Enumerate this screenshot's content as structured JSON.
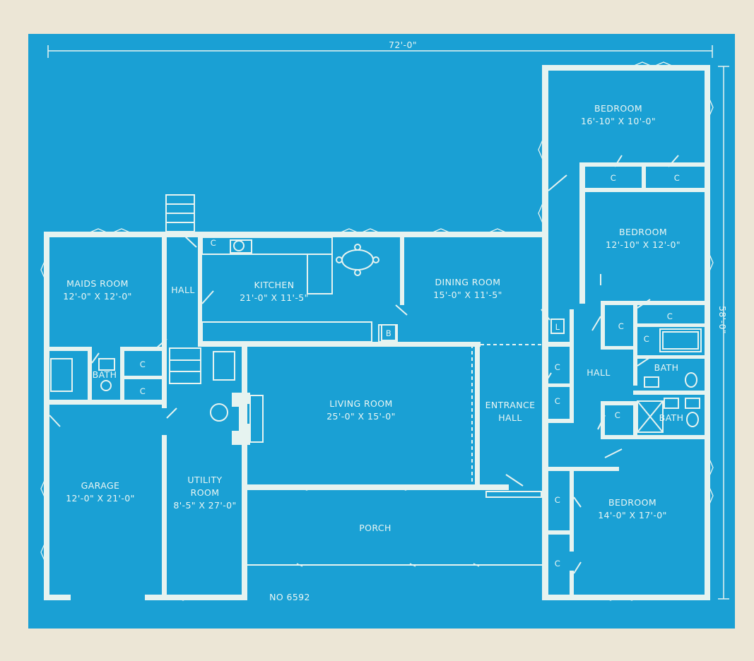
{
  "dimensions": {
    "width": "72'-0\"",
    "depth": "58'-0\""
  },
  "plan_number": "NO 6592",
  "rooms": {
    "bedroom1": {
      "name": "BEDROOM",
      "size": "16'-10\" X 10'-0\""
    },
    "bedroom2": {
      "name": "BEDROOM",
      "size": "12'-10\" X 12'-0\""
    },
    "bedroom3": {
      "name": "BEDROOM",
      "size": "14'-0\" X 17'-0\""
    },
    "maids_room": {
      "name": "MAIDS ROOM",
      "size": "12'-0\" X 12'-0\""
    },
    "kitchen": {
      "name": "KITCHEN",
      "size": "21'-0\" X 11'-5\""
    },
    "dining_room": {
      "name": "DINING ROOM",
      "size": "15'-0\" X 11'-5\""
    },
    "living_room": {
      "name": "LIVING ROOM",
      "size": "25'-0\" X 15'-0\""
    },
    "garage": {
      "name": "GARAGE",
      "size": "12'-0\" X 21'-0\""
    },
    "utility_room": {
      "name_line1": "UTILITY",
      "name_line2": "ROOM",
      "size": "8'-5\" X 27'-0\""
    },
    "porch": {
      "name": "PORCH"
    },
    "entrance_hall": {
      "name_line1": "ENTRANCE",
      "name_line2": "HALL"
    }
  },
  "labels": {
    "hall_left": "HALL",
    "hall_right": "HALL",
    "bath_maids": "BATH",
    "bath_upper": "BATH",
    "bath_lower": "BATH",
    "closet": "C",
    "linen": "L",
    "broom": "B"
  }
}
